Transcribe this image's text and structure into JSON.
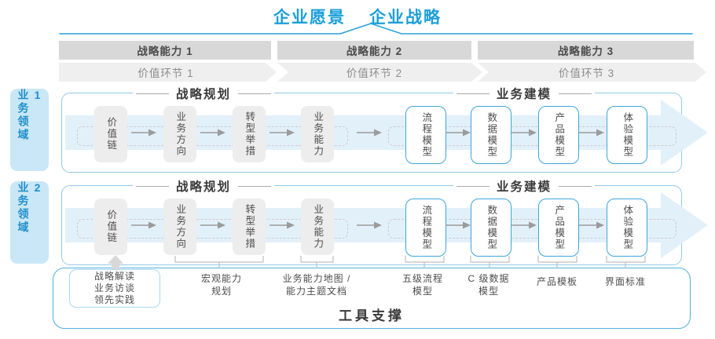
{
  "title": {
    "vision": "企业愿景",
    "strategy": "企业战略"
  },
  "strategic_capabilities": [
    "战略能力 1",
    "战略能力 2",
    "战略能力 3"
  ],
  "value_links": [
    "价值环节 1",
    "价值环节 2",
    "价值环节 3"
  ],
  "business_domains": [
    "业务领域 1",
    "业务领域 2"
  ],
  "row_section_headers": {
    "planning": "战略规划",
    "modeling": "业务建模"
  },
  "flow_boxes": {
    "gray": [
      "价值链",
      "业务方向",
      "转型举措",
      "业务能力"
    ],
    "blue": [
      "流程模型",
      "数据模型",
      "产品模型",
      "体验模型"
    ]
  },
  "annotations": {
    "source_practices": [
      "战略解读",
      "业务访谈",
      "领先实践"
    ],
    "deliverables": [
      {
        "lines": [
          "宏观能力",
          "规划"
        ]
      },
      {
        "lines": [
          "业务能力地图 /",
          "能力主题文档"
        ]
      },
      {
        "lines": [
          "五级流程",
          "模型"
        ]
      },
      {
        "lines": [
          "C 级数据",
          "模型"
        ]
      },
      {
        "lines": [
          "产品模板"
        ]
      },
      {
        "lines": [
          "界面标准"
        ]
      }
    ]
  },
  "footer": {
    "tool_support": "工具支撑"
  },
  "colors": {
    "accent-blue": "#1B9FDB",
    "domain-bg": "#C9E7F6",
    "domain-text": "#1F8FCB",
    "panel-border": "#90CAE9",
    "box-blue-border": "#3BA6DA",
    "band-blue": "#E2F0FA",
    "bar-gray": "#D8D8D8",
    "chevron-gray": "#EFEFEF",
    "box-gray": "#EDEDED",
    "text-dark": "#3A3A3A",
    "text-gray": "#4D4D4D",
    "muted-gray": "#8C8C8C",
    "connector-gray": "#BFBFBF",
    "arrow-gray": "#9B9B9B",
    "tool-border": "#4FB0DF",
    "dash-gray": "#CBCBCB",
    "uparrow-gray": "#D8D8D8",
    "annotation-border": "#A8D8F0"
  }
}
